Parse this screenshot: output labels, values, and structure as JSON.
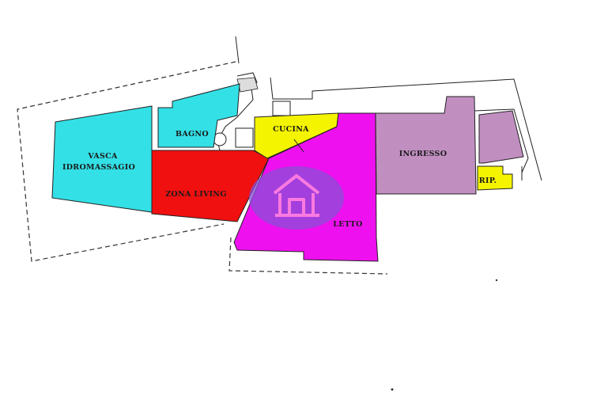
{
  "rooms": {
    "vasca": {
      "line1": "VASCA",
      "line2": "IDROMASSAGIO",
      "color": "#33e0e6"
    },
    "bagno": {
      "label": "BAGNO",
      "color": "#33e0e6"
    },
    "zona_living": {
      "label": "ZONA LIVING",
      "color": "#f01010"
    },
    "cucina": {
      "label": "CUCINA",
      "color": "#f4f400"
    },
    "letto": {
      "label": "LETTO",
      "color": "#ee10ee"
    },
    "ingresso": {
      "label": "INGRESSO",
      "color": "#c08fc0"
    },
    "rip": {
      "label": "RIP.",
      "color": "#f4f400"
    }
  },
  "watermark": {
    "icon": "house-logo-icon",
    "color": "#9a4fd0"
  }
}
